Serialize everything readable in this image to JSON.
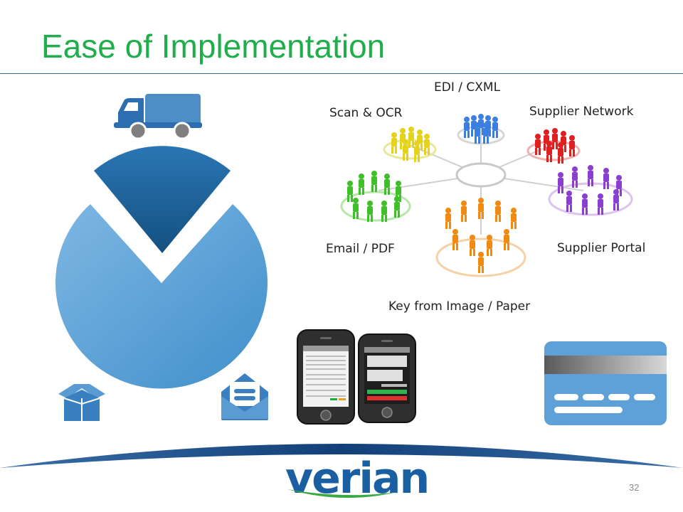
{
  "slide": {
    "title": "Ease of Implementation",
    "page_number": "32"
  },
  "channels": {
    "edi": "EDI / CXML",
    "scan": "Scan & OCR",
    "network": "Supplier Network",
    "email": "Email / PDF",
    "portal": "Supplier Portal",
    "key": "Key from Image / Paper"
  },
  "brand": {
    "logo_text": "verian"
  },
  "colors": {
    "title": "#1fae4b",
    "accent_blue": "#1b5fa3",
    "pie_light": "#5ba3d9",
    "pie_dark": "#1d5f97",
    "logo_swoosh": "#3aa944"
  },
  "icons": [
    "delivery-truck-icon",
    "package-box-icon",
    "mail-envelope-icon",
    "credit-card-icon",
    "mobile-phones-icon",
    "people-network-icon"
  ]
}
